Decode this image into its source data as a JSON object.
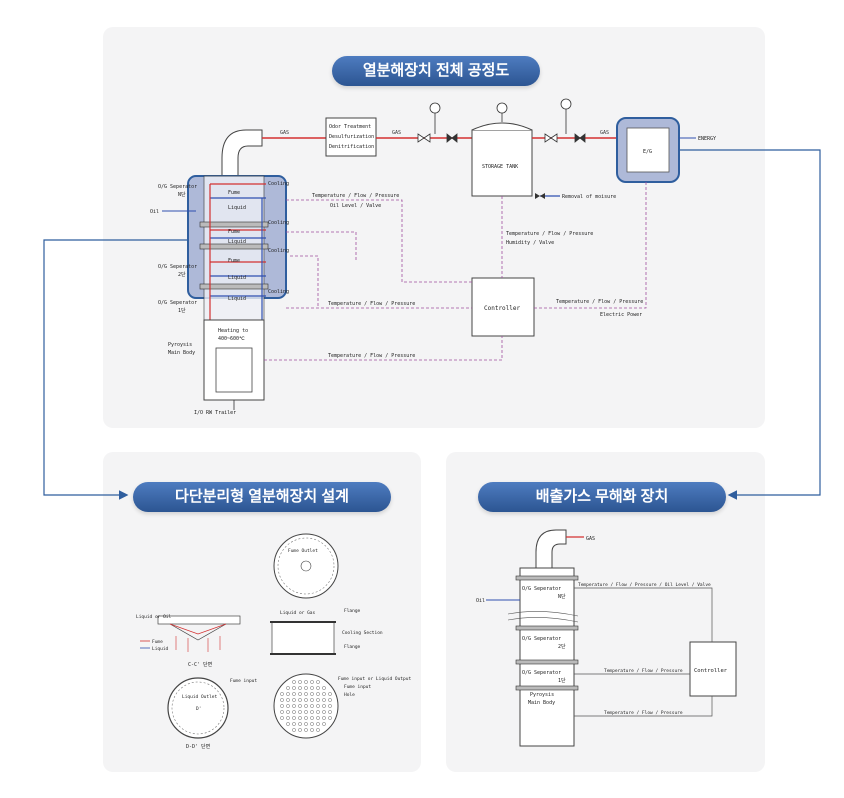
{
  "top": {
    "title": "열분해장치 전체 공정도",
    "gas1": "GAS",
    "gas2": "GAS",
    "gas3": "GAS",
    "odor_line1": "Odor Treatment",
    "odor_line2": "Desulfurization",
    "odor_line3": "Denitrification",
    "storage_tank": "STORAGE TANK",
    "removal": "Removal of moisure",
    "eg": "E/G",
    "energy": "ENERGY",
    "og_n": "O/G Seperator",
    "og_n_sub": "N단",
    "og_2": "O/G Seperator",
    "og_2_sub": "2단",
    "og_1": "O/G Seperator",
    "og_1_sub": "1단",
    "oil": "Oil",
    "fume": "Fume",
    "liquid": "Liquid",
    "cooling": "Cooling",
    "tfp_top": "Temperature / Flow / Pressure",
    "oil_level": "Oil Level / Valve",
    "tfp_tank": "Temperature / Flow / Pressure",
    "humidity": "Humidity / Valve",
    "tfp_mid": "Temperature / Flow / Pressure",
    "tfp_right": "Temperature / Flow / Pressure",
    "electric": "Electric Power",
    "controller": "Controller",
    "heating1": "Heating to",
    "heating2": "400~600℃",
    "pyro1": "Pyroysis",
    "pyro2": "Main Body",
    "tfp_bottom": "Temperature / Flow / Pressure",
    "trailer": "I/O RW Trailer"
  },
  "left": {
    "title": "다단분리형 열분해장치 설계",
    "fume_outlet": "Fume Outlet",
    "liquid_or_oil": "Liquid or Oil",
    "fume_legend": "Fume",
    "liquid_legend": "Liquid",
    "section_cc": "C-C' 단면",
    "liquid_or_gas": "Liquid or Gas",
    "flange": "Flange",
    "cooling_section": "Cooling Section",
    "liquid_outlet": "Liquid Outlet",
    "fume_input": "Fume input",
    "section_dd": "D-D' 단면",
    "fume_input2": "Fume input or Liquid Output",
    "fume_input3": "Fume input",
    "hole": "Hole"
  },
  "right": {
    "title": "배출가스 무해화 장치",
    "gas": "GAS",
    "oil": "Oil",
    "og_n": "O/G Seperator",
    "og_n_sub": "N단",
    "og_2": "O/G Seperator",
    "og_2_sub": "2단",
    "og_1": "O/G Seperator",
    "og_1_sub": "1단",
    "pyro1": "Pyroysis",
    "pyro2": "Main Body",
    "tfp_oil": "Temperature / Flow / Pressure / Oil Level / Valve",
    "tfp_mid": "Temperature / Flow / Pressure",
    "tfp_bottom": "Temperature / Flow / Pressure",
    "controller": "Controller"
  },
  "colors": {
    "accent": "#2f5e9e",
    "fume_line": "#d33030",
    "liquid_line": "#2f4fb0",
    "dash": "#a04e9e"
  }
}
